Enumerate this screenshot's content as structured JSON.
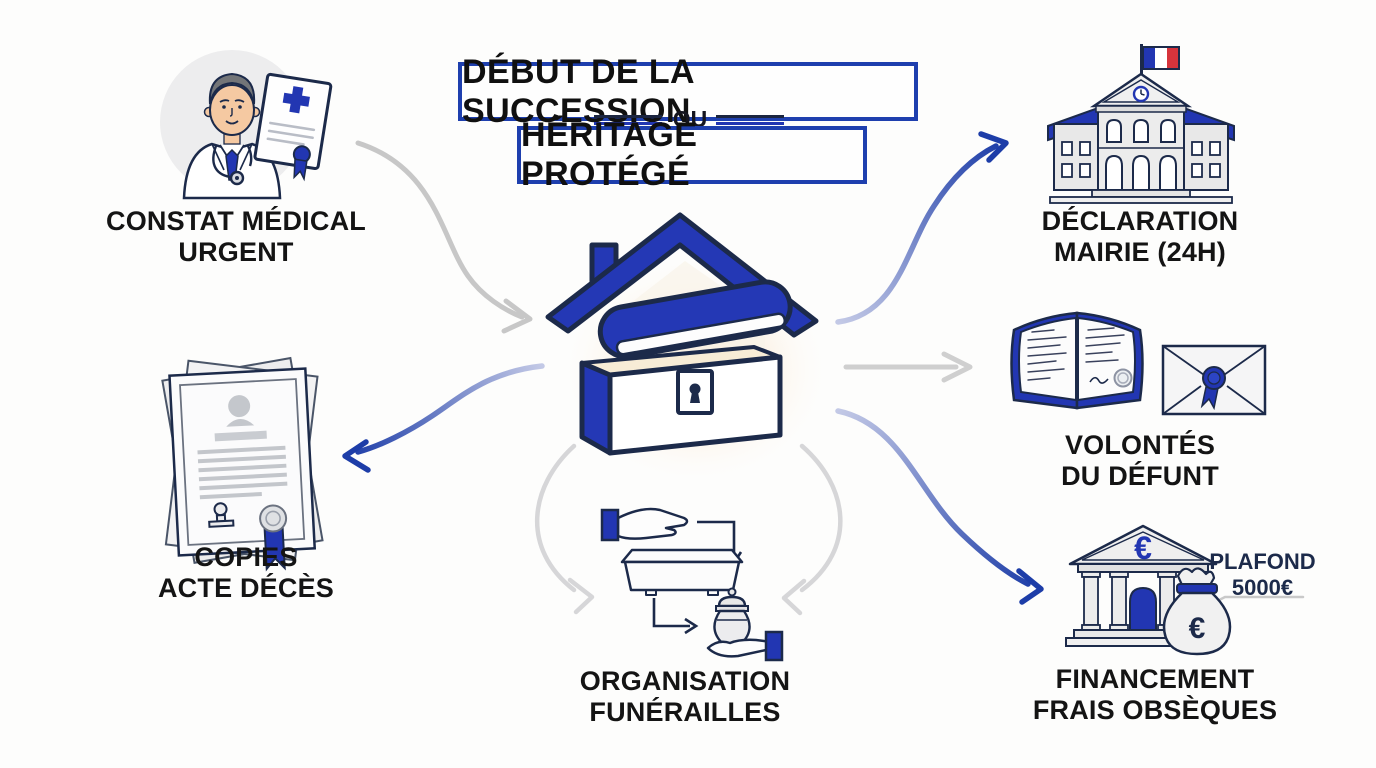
{
  "title": {
    "line1": "DÉBUT DE LA SUCCESSION",
    "connector": "OU",
    "line2": "HÉRITAGE PROTÉGÉ"
  },
  "nodes": {
    "constat": {
      "line1": "CONSTAT MÉDICAL",
      "line2": "URGENT"
    },
    "mairie": {
      "line1": "DÉCLARATION",
      "line2": "MAIRIE (24H)"
    },
    "volontes": {
      "line1": "VOLONTÉS",
      "line2": "DU DÉFUNT"
    },
    "copies": {
      "line1": "COPIES",
      "line2": "ACTE DÉCÈS"
    },
    "organisation": {
      "line1": "ORGANISATION",
      "line2": "FUNÉRAILLES"
    },
    "financement": {
      "line1": "FINANCEMENT",
      "line2": "FRAIS OBSÈQUES",
      "callout_line1": "PLAFOND",
      "callout_line2": "5000€",
      "bank_symbol": "€",
      "bag_symbol": "€"
    }
  },
  "icons": {
    "center": "house-treasure-chest-icon",
    "constat": "doctor-certificate-icon",
    "mairie": "town-hall-flag-icon",
    "volontes_book": "will-book-icon",
    "volontes_envelope": "sealed-envelope-icon",
    "copies": "death-certificate-stack-icon",
    "organisation": "coffin-urn-hands-icon",
    "financement_bank": "bank-euro-icon",
    "financement_bag": "money-bag-euro-icon"
  },
  "colors": {
    "primary_blue": "#2236b2",
    "navy_outline": "#1c2a4a",
    "box_border": "#1e3fae",
    "arrow_blue": "#1d3da8",
    "arrow_gray": "#c9c9c9",
    "flag_red": "#d6343c",
    "text_black": "#141414",
    "glow": "#f7ddbe"
  }
}
